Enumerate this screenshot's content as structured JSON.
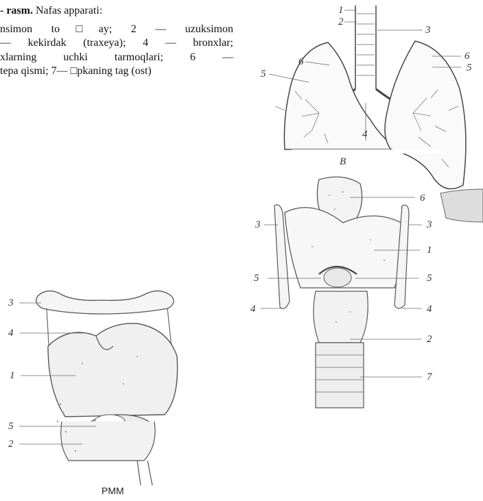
{
  "caption": {
    "number_prefix": "- rasm.",
    "title_text": " Nafas apparati:",
    "lines": [
      "nsimon to□ay; 2 — uzuksimon",
      "— kekirdak (traxeya); 4 — bronxlar;",
      "xlarning uchki tarmoqlari; 6 —",
      "tepa qismi; 7— □pkaning tag (ost)"
    ]
  },
  "figure_lungs": {
    "labels": [
      "1",
      "2",
      "3",
      "6",
      "6",
      "5",
      "5",
      "4"
    ],
    "letter": "B"
  },
  "figure_larynx_front": {
    "labels": [
      "6",
      "3",
      "3",
      "1",
      "5",
      "5",
      "4",
      "4",
      "2",
      "7"
    ]
  },
  "figure_larynx_side": {
    "labels": [
      "3",
      "4",
      "1",
      "5",
      "2"
    ]
  },
  "footer": {
    "text": "PMM"
  }
}
